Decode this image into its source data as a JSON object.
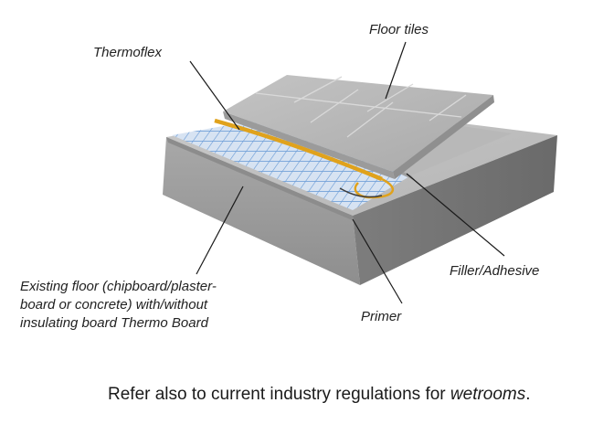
{
  "labels": {
    "floor_tiles": "Floor tiles",
    "thermoflex": "Thermoflex",
    "existing_floor_line1": "Existing floor (chipboard/plaster-",
    "existing_floor_line2": "board or concrete) with/without",
    "existing_floor_line3": "insulating board Thermo Board",
    "filler_adhesive": "Filler/Adhesive",
    "primer": "Primer"
  },
  "footnote": {
    "text": "Refer also to current industry regulations for ",
    "emphasis": "wetrooms",
    "end": "."
  },
  "colors": {
    "heating_cable": "#e0a21c",
    "mesh": "#8fb6e6",
    "concrete": "#9a9a9a",
    "tile": "#bdbdbd"
  }
}
